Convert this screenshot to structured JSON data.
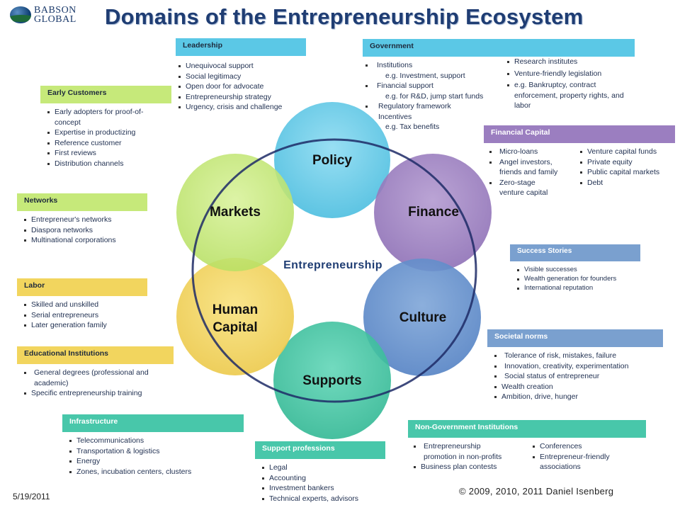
{
  "header": {
    "logo_line1": "BABSON",
    "logo_line2": "GLOBAL",
    "title": "Domains of the Entrepreneurship Ecosystem"
  },
  "colors": {
    "policy": "#5bc8e6",
    "finance": "#9b7ec0",
    "culture": "#5f8fcc",
    "supports": "#3fc5a3",
    "human_capital": "#f2d55e",
    "markets": "#c6e97a",
    "ring": "#1d2a66",
    "title": "#1f3d73"
  },
  "diagram": {
    "center_label": "Entrepreneurship",
    "domains": [
      {
        "id": "policy",
        "label": "Policy"
      },
      {
        "id": "finance",
        "label": "Finance"
      },
      {
        "id": "culture",
        "label": "Culture"
      },
      {
        "id": "supports",
        "label": "Supports"
      },
      {
        "id": "human_capital",
        "label_line1": "Human",
        "label_line2": "Capital"
      },
      {
        "id": "markets",
        "label": "Markets"
      }
    ]
  },
  "boxes": {
    "leadership": {
      "title": "Leadership",
      "items": [
        "Unequivocal support",
        "Social legitimacy",
        "Open door for advocate",
        "Entrepreneurship strategy",
        "Urgency, crisis and challenge"
      ]
    },
    "government": {
      "title": "Government",
      "col1": [
        "Institutions",
        "e.g. Investment, support",
        "Financial support",
        "e.g. for R&D, jump start funds",
        "Regulatory framework",
        "Incentives",
        "e.g. Tax benefits"
      ],
      "col2": [
        "Research institutes",
        "Venture-friendly legislation",
        "e.g. Bankruptcy, contract enforcement, property rights, and labor"
      ]
    },
    "early_customers": {
      "title": "Early Customers",
      "items": [
        "Early adopters for proof-of-concept",
        "Expertise in productizing",
        "Reference customer",
        "First reviews",
        "Distribution channels"
      ]
    },
    "financial_capital": {
      "title": "Financial Capital",
      "col1": [
        "Micro-loans",
        "Angel investors, friends and family",
        "Zero-stage venture capital"
      ],
      "col2": [
        "Venture capital funds",
        "Private equity",
        "Public capital markets",
        "Debt"
      ]
    },
    "networks": {
      "title": "Networks",
      "items": [
        "Entrepreneur's networks",
        "Diaspora networks",
        "Multinational corporations"
      ]
    },
    "success_stories": {
      "title": "Success Stories",
      "items": [
        "Visible successes",
        "Wealth generation for founders",
        "International reputation"
      ]
    },
    "labor": {
      "title": "Labor",
      "items": [
        "Skilled and unskilled",
        "Serial entrepreneurs",
        "Later generation family"
      ]
    },
    "societal_norms": {
      "title": "Societal norms",
      "items": [
        "Tolerance of risk, mistakes, failure",
        "Innovation, creativity, experimentation",
        "Social status of entrepreneur",
        "Wealth creation",
        "Ambition, drive, hunger"
      ]
    },
    "educational_institutions": {
      "title": "Educational Institutions",
      "items": [
        "General degrees (professional and academic)",
        "Specific entrepreneurship training"
      ]
    },
    "infrastructure": {
      "title": "Infrastructure",
      "items": [
        "Telecommunications",
        "Transportation & logistics",
        "Energy",
        "Zones, incubation centers, clusters"
      ]
    },
    "support_professions": {
      "title": "Support professions",
      "items": [
        "Legal",
        "Accounting",
        "Investment bankers",
        "Technical experts, advisors"
      ]
    },
    "non_government": {
      "title": "Non-Government Institutions",
      "col1": [
        "Entrepreneurship promotion in non-profits",
        "Business plan contests"
      ],
      "col2": [
        "Conferences",
        "Entrepreneur-friendly associations"
      ]
    }
  },
  "footer": {
    "date": "5/19/2011",
    "copyright": "© 2009, 2010, 2011 Daniel Isenberg"
  }
}
